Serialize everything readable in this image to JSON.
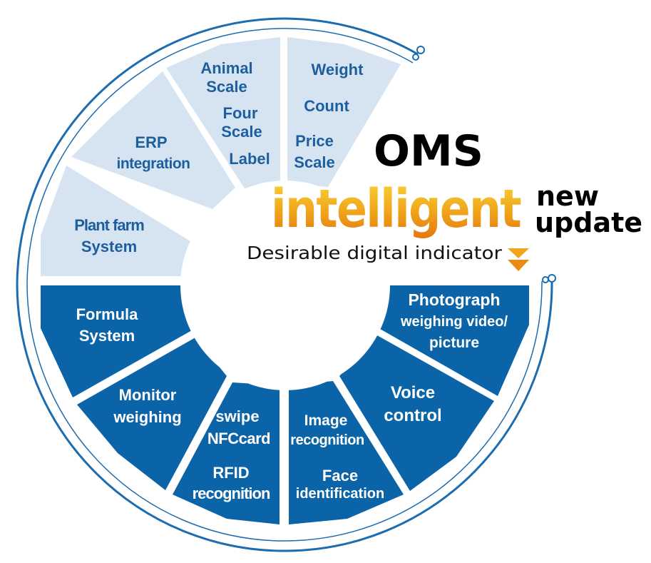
{
  "colors": {
    "light_fill": "#d6e4f2",
    "light_text": "#1d5f9e",
    "dark_fill": "#0b64a8",
    "dark_text": "#ffffff",
    "rim": "#1b6cb0",
    "title": "#000000",
    "gold_light": "#f6c21c",
    "gold_dark": "#e77d10"
  },
  "brand": {
    "title": "OMS",
    "tagline": "intelligent",
    "badge_line1": "new",
    "badge_line2": "update",
    "subtitle": "Desirable digital indicator"
  },
  "segments": {
    "plant": {
      "lines": [
        "Plant farm",
        "System"
      ]
    },
    "erp": {
      "lines": [
        "ERP",
        "integration"
      ]
    },
    "animal": {
      "lines": [
        "Animal",
        "Scale",
        "Four",
        "Scale",
        "Label"
      ]
    },
    "weight": {
      "lines": [
        "Weight",
        "Count",
        "Price",
        "Scale"
      ]
    },
    "photo": {
      "lines": [
        "Photograph",
        "weighing video/",
        "picture"
      ]
    },
    "voice": {
      "lines": [
        "Voice",
        "control"
      ]
    },
    "image": {
      "lines": [
        "Image",
        "recognition",
        "Face",
        "identification"
      ]
    },
    "swipe": {
      "lines": [
        "swipe",
        "NFCcard",
        "RFID",
        "recognition"
      ]
    },
    "monitor": {
      "lines": [
        "Monitor",
        "weighing"
      ]
    },
    "formula": {
      "lines": [
        "Formula",
        "System"
      ]
    }
  }
}
